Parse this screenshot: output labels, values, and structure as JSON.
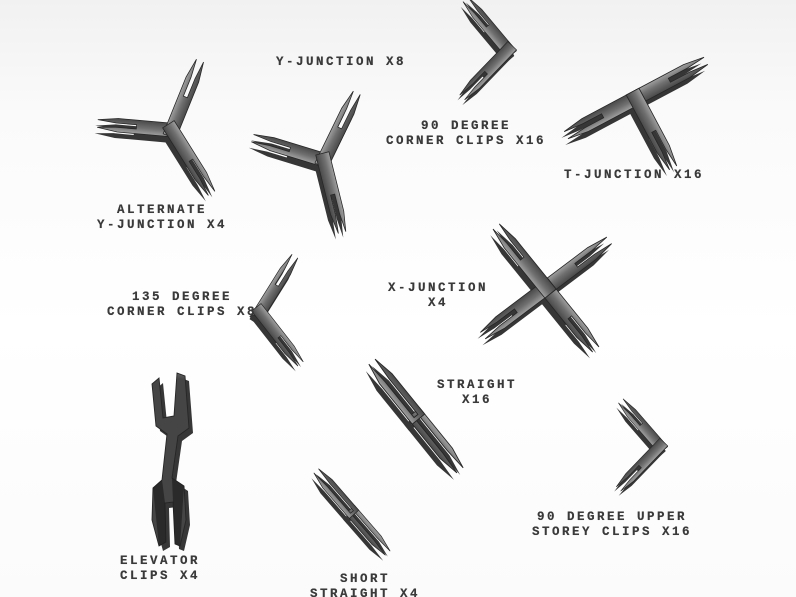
{
  "figure": {
    "title": "Clip parts diagram",
    "style": "grayscale 3D rendered parts with typewriter labels"
  },
  "colors": {
    "background": "#fafafa",
    "part_light": "#a2a2a2",
    "part_mid": "#6e6e6e",
    "part_dark": "#1b1b1b",
    "label_text": "#3a3a3a"
  },
  "items": [
    {
      "id": "alternate-y-junction",
      "quantity": "X4",
      "lines": [
        "ALTERNATE",
        "Y-JUNCTION X4"
      ]
    },
    {
      "id": "y-junction",
      "quantity": "X8",
      "lines": [
        "Y-JUNCTION X8"
      ]
    },
    {
      "id": "90-degree-corner-clips",
      "quantity": "X16",
      "lines": [
        "90 DEGREE",
        "CORNER CLIPS X16"
      ]
    },
    {
      "id": "t-junction",
      "quantity": "X16",
      "lines": [
        "T-JUNCTION X16"
      ]
    },
    {
      "id": "135-degree-corner-clips",
      "quantity": "X8",
      "lines": [
        "135 DEGREE",
        "CORNER CLIPS X8"
      ]
    },
    {
      "id": "x-junction",
      "quantity": "X4",
      "lines": [
        "X-JUNCTION",
        "X4"
      ]
    },
    {
      "id": "straight",
      "quantity": "X16",
      "lines": [
        "STRAIGHT",
        "X16"
      ]
    },
    {
      "id": "elevator-clips",
      "quantity": "X4",
      "lines": [
        "ELEVATOR",
        "CLIPS X4"
      ]
    },
    {
      "id": "short-straight",
      "quantity": "X4",
      "lines": [
        "SHORT",
        "STRAIGHT X4"
      ]
    },
    {
      "id": "90-degree-upper-storey-clips",
      "quantity": "X16",
      "lines": [
        "90 DEGREE UPPER",
        "STOREY CLIPS X16"
      ]
    }
  ]
}
